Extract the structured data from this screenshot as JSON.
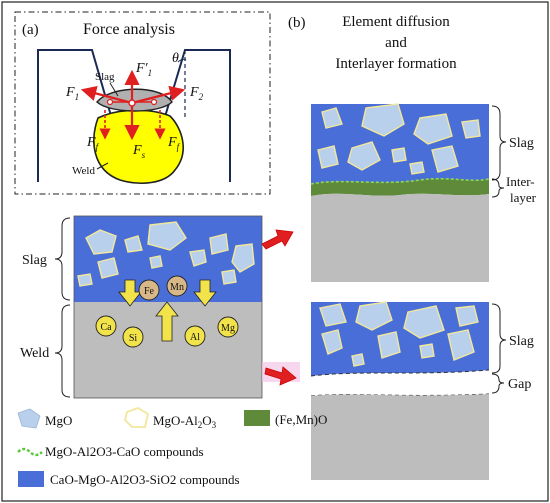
{
  "panel_a": {
    "label": "(a)",
    "title": "Force analysis",
    "slag_label": "Slag",
    "weld_label": "Weld",
    "theta": "θ",
    "forces": {
      "f1prime": "F′",
      "f1prime_sub": "1",
      "f1": "F",
      "f1_sub": "1",
      "f2": "F",
      "f2_sub": "2",
      "ff": "F",
      "ff_sub": "f",
      "fs": "F",
      "fs_sub": "s"
    }
  },
  "panel_b": {
    "label": "(b)",
    "title_lines": [
      "Element diffusion",
      "and",
      "Interlayer formation"
    ],
    "top_slag": "Slag",
    "interlayer_line1": "Inter-",
    "interlayer_line2": "layer",
    "bottom_slag": "Slag",
    "gap": "Gap"
  },
  "left_block": {
    "slag": "Slag",
    "weld": "Weld",
    "elements": [
      "Fe",
      "Mn",
      "Ca",
      "Si",
      "Al",
      "Mg"
    ]
  },
  "legend": {
    "mgo": "MgO",
    "mgo_al2o3": "MgO-Al",
    "mgo_al2o3_sub": "2",
    "mgo_al2o3_tail": "O",
    "mgo_al2o3_sub2": "3",
    "femno": "(Fe,Mn)O",
    "cao_compounds": "MgO-Al2O3-CaO compounds",
    "slag_compounds": "CaO-MgO-Al2O3-SiO2 compounds"
  },
  "colors": {
    "slag_blue": "#4a6ed8",
    "weld_gray": "#bdbdbd",
    "yellow": "#ffff00",
    "arrow_red": "#e02020",
    "interlayer_green": "#5e8a3a",
    "element_tan": "#d8b888",
    "element_yellow": "#f2e34a",
    "mgo_blue": "#b8d0ec"
  }
}
